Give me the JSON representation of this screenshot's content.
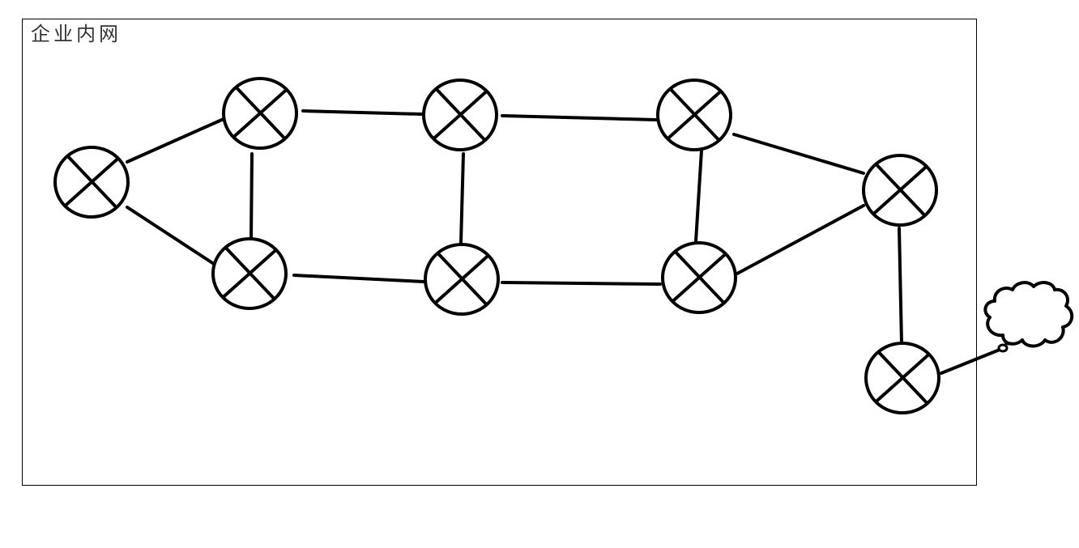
{
  "diagram": {
    "boundary_label": "企业内网",
    "nodes": [
      {
        "id": "r1",
        "icon": "router-icon"
      },
      {
        "id": "r2",
        "icon": "router-icon"
      },
      {
        "id": "r3",
        "icon": "router-icon"
      },
      {
        "id": "r4",
        "icon": "router-icon"
      },
      {
        "id": "r5",
        "icon": "router-icon"
      },
      {
        "id": "r6",
        "icon": "router-icon"
      },
      {
        "id": "r7",
        "icon": "router-icon"
      },
      {
        "id": "r8",
        "icon": "router-icon"
      },
      {
        "id": "r9",
        "icon": "router-icon"
      },
      {
        "id": "r10",
        "icon": "router-icon"
      },
      {
        "id": "cloud",
        "icon": "cloud-icon"
      }
    ],
    "edges": [
      [
        "r1",
        "r2"
      ],
      [
        "r1",
        "r3"
      ],
      [
        "r2",
        "r3"
      ],
      [
        "r2",
        "r4"
      ],
      [
        "r3",
        "r5"
      ],
      [
        "r4",
        "r5"
      ],
      [
        "r4",
        "r6"
      ],
      [
        "r5",
        "r7"
      ],
      [
        "r6",
        "r7"
      ],
      [
        "r6",
        "r8"
      ],
      [
        "r7",
        "r8"
      ],
      [
        "r8",
        "r10"
      ],
      [
        "r10",
        "cloud"
      ]
    ],
    "colors": {
      "stroke": "#000000",
      "background": "#ffffff",
      "label": "#333333"
    }
  }
}
